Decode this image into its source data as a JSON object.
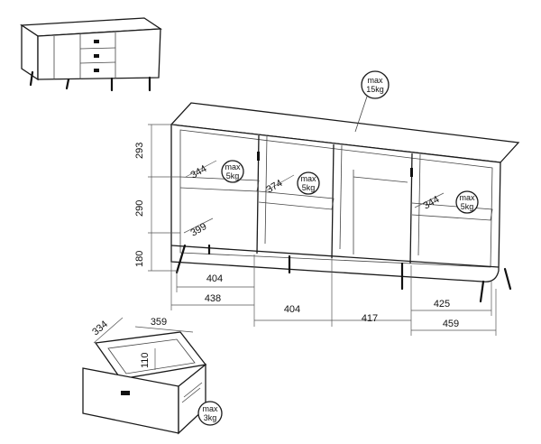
{
  "dimensions": {
    "h_top": "293",
    "h_mid": "290",
    "h_bot": "180",
    "d_shelf_1": "344",
    "d_shelf_2": "374",
    "d_bottom": "399",
    "d_shelf_4": "344",
    "w_404_inner": "404",
    "w_438": "438",
    "w_404": "404",
    "w_417": "417",
    "w_425": "425",
    "w_459": "459",
    "drawer_depth": "334",
    "drawer_width": "359",
    "drawer_height": "110"
  },
  "load_labels": {
    "top": {
      "line1": "max",
      "line2": "15kg"
    },
    "shelf_1": {
      "line1": "max",
      "line2": "5kg"
    },
    "shelf_2": {
      "line1": "max",
      "line2": "5kg"
    },
    "shelf_4": {
      "line1": "max",
      "line2": "5kg"
    },
    "drawer": {
      "line1": "max",
      "line2": "3kg"
    }
  }
}
